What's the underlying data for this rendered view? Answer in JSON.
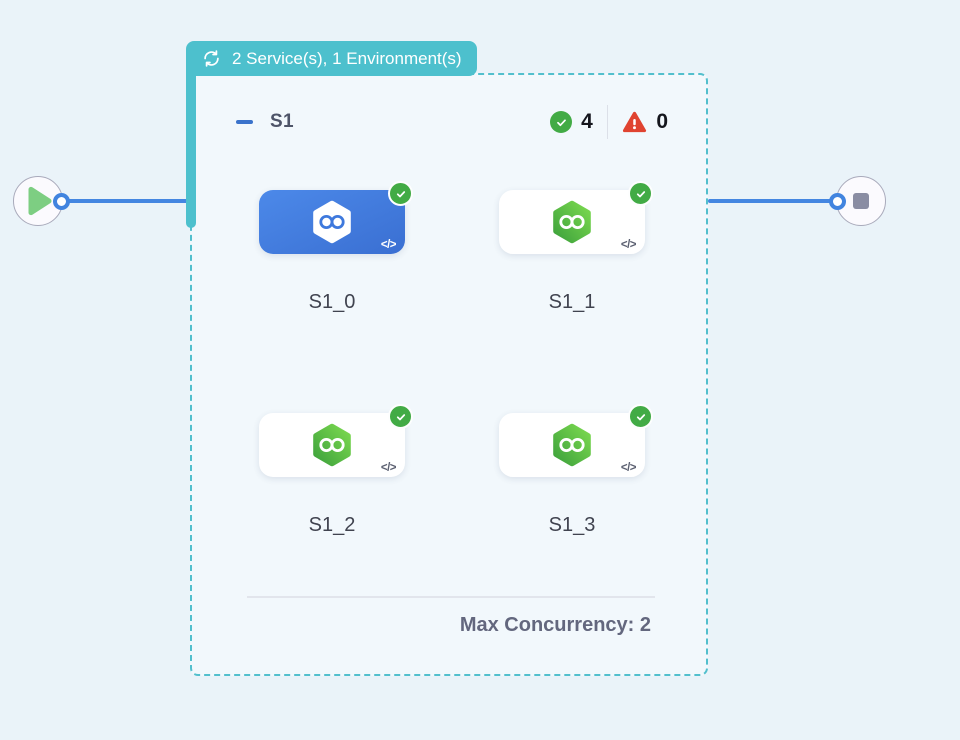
{
  "badge": {
    "label": "2 Service(s), 1 Environment(s)",
    "icon": "loop-icon"
  },
  "stage": {
    "title": "S1",
    "success_count": "4",
    "fail_count": "0",
    "footer": "Max Concurrency: 2",
    "services": [
      {
        "label": "S1_0",
        "selected": true,
        "status": "success"
      },
      {
        "label": "S1_1",
        "selected": false,
        "status": "success"
      },
      {
        "label": "S1_2",
        "selected": false,
        "status": "success"
      },
      {
        "label": "S1_3",
        "selected": false,
        "status": "success"
      }
    ]
  },
  "nodes": {
    "start": "play-icon",
    "end": "stop-icon"
  },
  "icons": {
    "code_label": "</>"
  },
  "colors": {
    "background": "#EAF3F9",
    "panel_background": "#F2F8FC",
    "teal": "#4DC0CD",
    "edge_blue": "#4486E1",
    "selected_card_blue": "#3F7BDB",
    "success_green": "#42AB45",
    "fail_red": "#E04330",
    "hex_green": "#55C24A"
  }
}
